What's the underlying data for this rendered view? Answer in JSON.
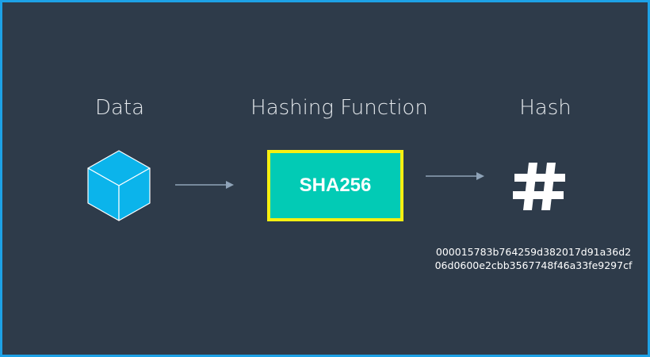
{
  "labels": {
    "data": "Data",
    "function": "Hashing Function",
    "hash": "Hash"
  },
  "function_box": {
    "text": "SHA256"
  },
  "hash_output": {
    "line1": "000015783b764259d382017d91a36d2",
    "line2": "06d0600e2cbb3567748f46a33fe9297cf"
  },
  "icons": {
    "data": "cube-icon",
    "hash": "hash-icon"
  },
  "colors": {
    "border": "#1da1e6",
    "background": "#2e3b4a",
    "cube": "#0bb4eb",
    "function_fill": "#02cbb5",
    "function_border": "#f7f011",
    "arrow": "#8fa3b8"
  }
}
